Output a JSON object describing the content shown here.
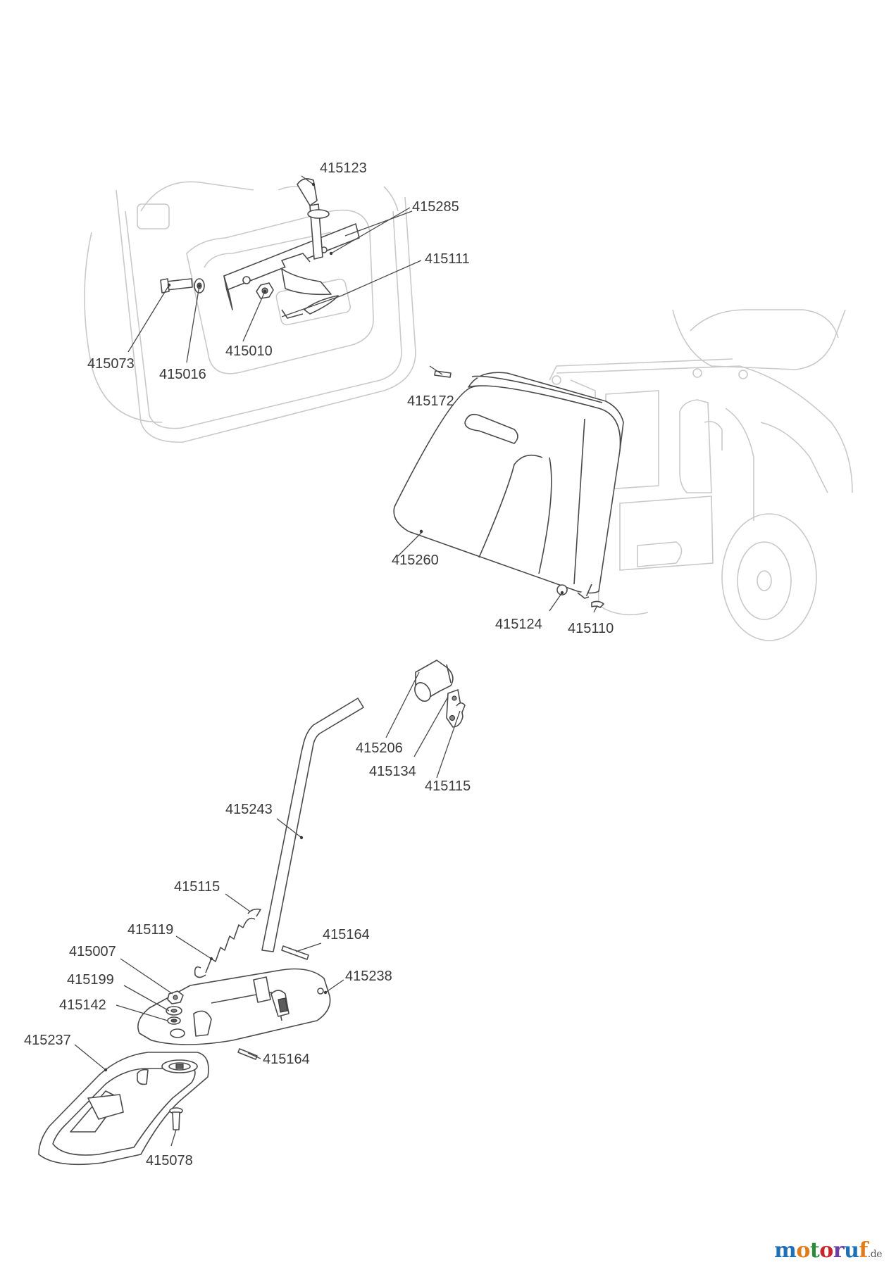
{
  "colors": {
    "line": "#4a4a4a",
    "ghost_line": "#c9c9c9",
    "label": "#3a3a3a",
    "logo_letters": [
      "#1f6fb5",
      "#e07b1a",
      "#2d8c3c",
      "#c7252b",
      "#6b3fa0",
      "#1f6fb5",
      "#e07b1a"
    ]
  },
  "part_labels": [
    "415123",
    "415285",
    "415111",
    "415073",
    "415016",
    "415010",
    "415172",
    "415260",
    "415124",
    "415110",
    "415206",
    "415134",
    "415115",
    "415243",
    "415115",
    "415119",
    "415164",
    "415007",
    "415238",
    "415199",
    "415142",
    "415237",
    "415164",
    "415078"
  ],
  "logo": {
    "letters": [
      "m",
      "o",
      "t",
      "o",
      "r",
      "u",
      "f"
    ],
    "tld": ".de"
  }
}
